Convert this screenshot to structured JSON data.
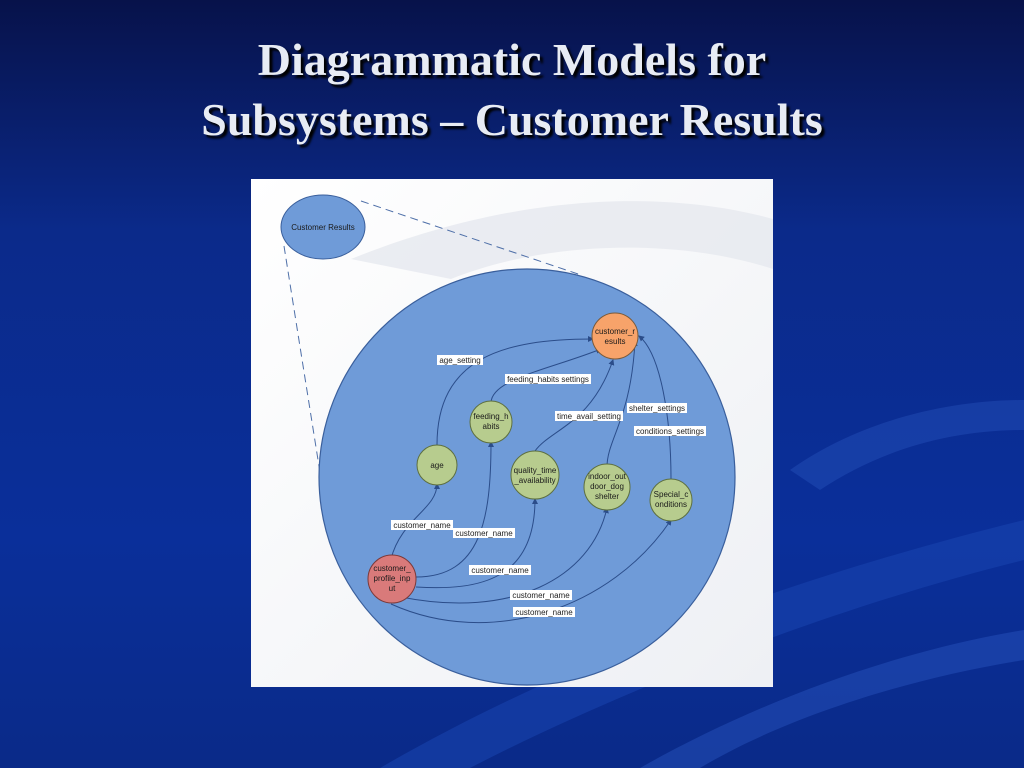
{
  "slide": {
    "title_line1": "Diagrammatic Models for",
    "title_line2": "Subsystems – Customer Results"
  },
  "colors": {
    "background": "#0a2f9a",
    "outer_circle": "#6f9bd8",
    "green_node": "#b7cc8e",
    "orange_node": "#f7a36a",
    "red_node": "#d97a7a"
  },
  "diagram": {
    "context_node": "Customer Results",
    "nodes": {
      "results": [
        "customer_r",
        "esults"
      ],
      "feeding": [
        "feeding_h",
        "abits"
      ],
      "age": [
        "age"
      ],
      "quality": [
        "quality_time",
        "_availability"
      ],
      "indoor": [
        "indoor_out",
        "door_dog",
        "shelter"
      ],
      "special": [
        "Special_c",
        "onditions"
      ],
      "profile": [
        "customer_",
        "profile_inp",
        "ut"
      ]
    },
    "edge_labels": {
      "age_setting": "age_setting",
      "feeding_habits_settings": "feeding_habits settings",
      "time_avail_setting": "time_avail_setting",
      "shelter_settings": "shelter_settings",
      "conditions_settings": "conditions_settings",
      "customer_name_1": "customer_name",
      "customer_name_2": "customer_name",
      "customer_name_3": "customer_name",
      "customer_name_4": "customer_name",
      "customer_name_5": "customer_name"
    }
  }
}
